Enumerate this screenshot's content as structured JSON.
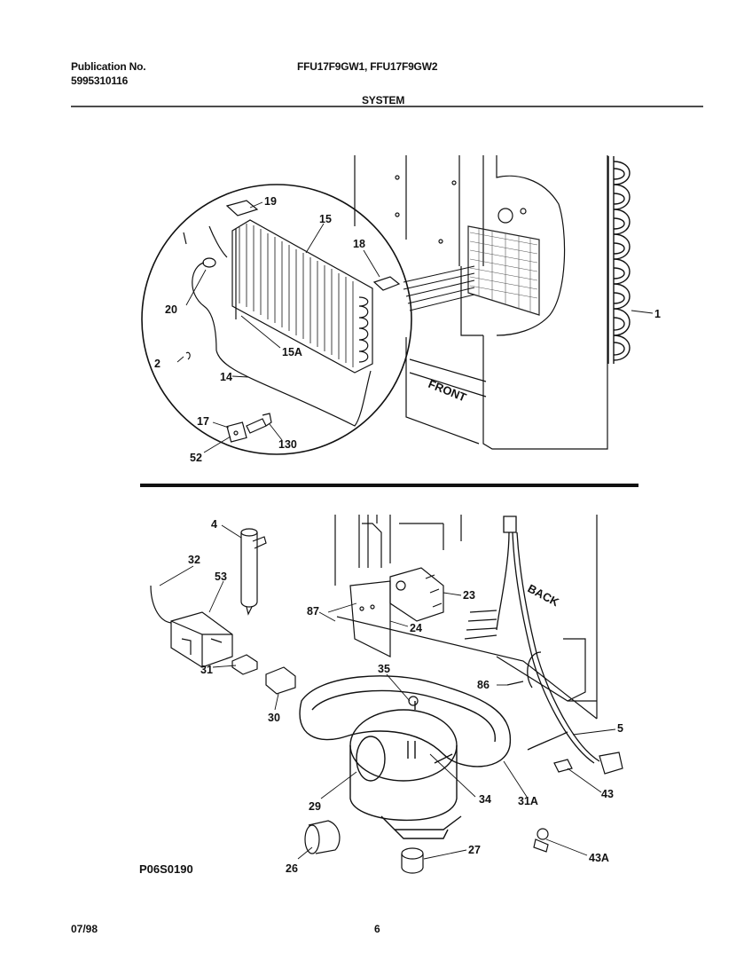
{
  "header": {
    "publication_label": "Publication No.",
    "publication_number": "5995310116",
    "models": "FFU17F9GW1, FFU17F9GW2",
    "section": "SYSTEM"
  },
  "footer": {
    "date": "07/98",
    "page": "6",
    "drawing_id": "P06S0190"
  },
  "labels": {
    "front": "FRONT",
    "back": "BACK"
  },
  "parts": [
    "1",
    "2",
    "4",
    "5",
    "14",
    "15",
    "15A",
    "17",
    "18",
    "19",
    "20",
    "23",
    "24",
    "26",
    "27",
    "29",
    "30",
    "31",
    "31A",
    "32",
    "34",
    "35",
    "43",
    "43A",
    "52",
    "53",
    "86",
    "87",
    "130"
  ]
}
